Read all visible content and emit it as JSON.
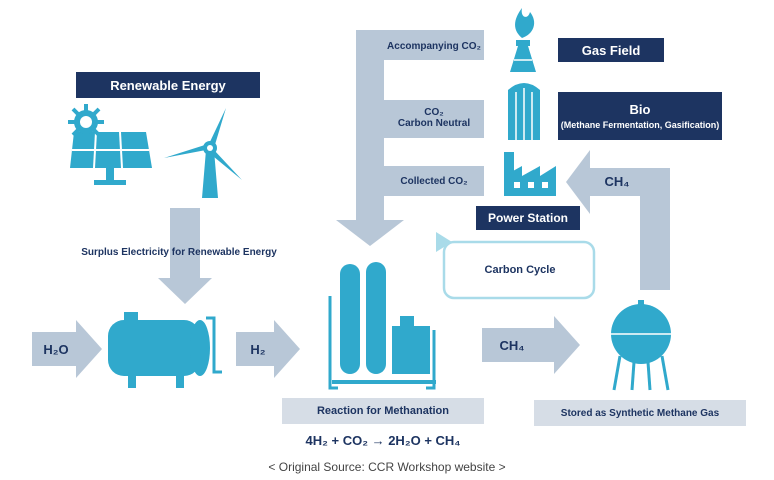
{
  "colors": {
    "teal": "#30a9cc",
    "navy": "#1d3461",
    "arrow_grey": "#b8c7d7",
    "light_teal": "#a9dbe9",
    "box_grey": "#d6dde6"
  },
  "boxes": {
    "renewable_energy": "Renewable Energy",
    "gas_field": "Gas Field",
    "bio_title": "Bio",
    "bio_sub": "(Methane Fermentation, Gasification)",
    "power_station": "Power Station",
    "reaction": "Reaction for Methanation",
    "stored": "Stored as Synthetic Methane Gas"
  },
  "labels": {
    "surplus_electricity": "Surplus Electricity for Renewable Energy",
    "accompanying_co2": "Accompanying CO₂",
    "co2": "CO₂",
    "carbon_neutral": "Carbon Neutral",
    "collected_co2": "Collected CO₂",
    "carbon_cycle": "Carbon Cycle",
    "h2o": "H₂O",
    "h2": "H₂",
    "ch4_mid": "CH₄",
    "ch4_top": "CH₄",
    "formula": "4H₂ + CO₂ → 2H₂O + CH₄",
    "source": "< Original Source: CCR Workshop website >"
  },
  "icons": [
    "solar-panel-icon",
    "gear-icon",
    "wind-turbine-icon",
    "gas-field-flare-icon",
    "bio-silo-icon",
    "factory-icon",
    "electrolyzer-tank-icon",
    "methanation-reactor-icon",
    "spherical-gas-tank-icon"
  ]
}
